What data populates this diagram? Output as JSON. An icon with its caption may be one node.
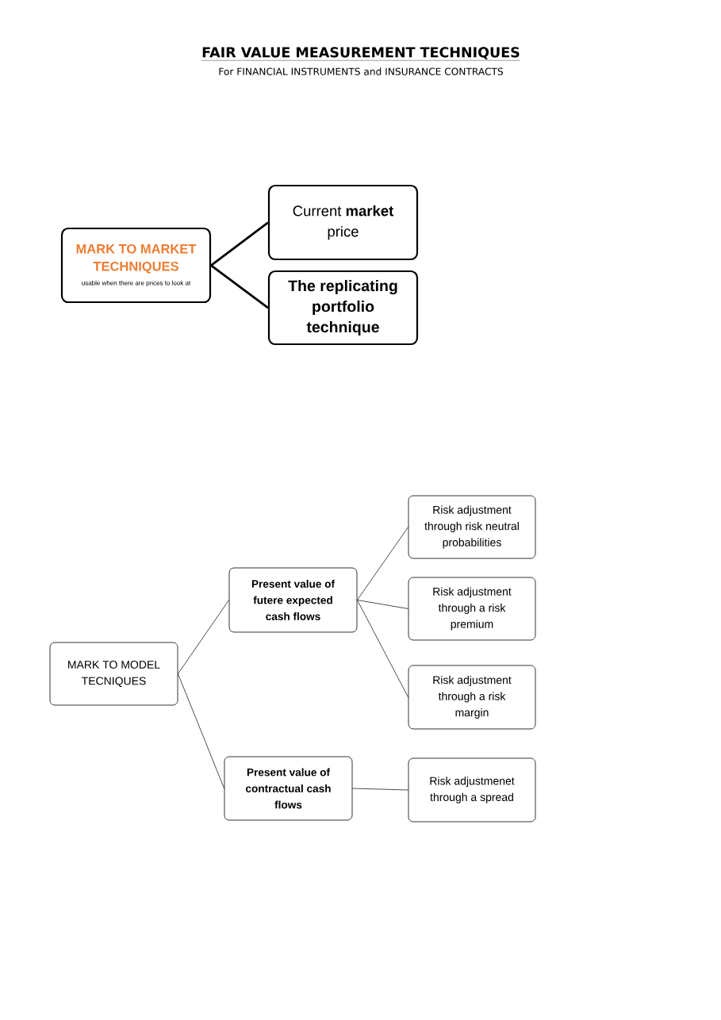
{
  "diagram": {
    "title": "FAIR VALUE MEASUREMENT TECHNIQUES",
    "nodes": [
      {
        "text": [
          "MARK TO MARKET TECHNIQUES",
          "usable when there are prices to look at"
        ]
      },
      {
        "text": [
          "Current **market** price"
        ]
      },
      {
        "text": [
          "The replicating portfolio technique"
        ]
      },
      {
        "text": [
          "MARK TO MODEL TECNIQUES"
        ]
      },
      {
        "text": [
          "Present value of futere expected cash flows"
        ]
      },
      {
        "text": [
          "Risk adjustment through risk neutral probabilities"
        ]
      },
      {
        "text": [
          "Risk adjustment through a risk premium"
        ]
      },
      {
        "text": [
          "Risk adjustment through a risk margin"
        ]
      },
      {
        "text": [
          "Present value of contractual cash flows"
        ]
      },
      {
        "text": [
          "Risk adjustmenet through a spread"
        ]
      }
    ],
    "edges": [
      {
        "from": 0,
        "to": 1,
        "arrow": "none",
        "style": "thick"
      },
      {
        "from": 0,
        "to": 2,
        "arrow": "none",
        "style": "thick"
      },
      {
        "from": 3,
        "to": 4,
        "arrow": "none"
      },
      {
        "from": 3,
        "to": 8,
        "arrow": "none"
      },
      {
        "from": 4,
        "to": 5,
        "arrow": "none"
      },
      {
        "from": 4,
        "to": 6,
        "arrow": "none"
      },
      {
        "from": 4,
        "to": 7,
        "arrow": "none"
      },
      {
        "from": 8,
        "to": 9,
        "arrow": "none"
      }
    ],
    "labels": [
      "For FINANCIAL INSTRUMENTS and INSURANCE CONTRACTS"
    ]
  }
}
